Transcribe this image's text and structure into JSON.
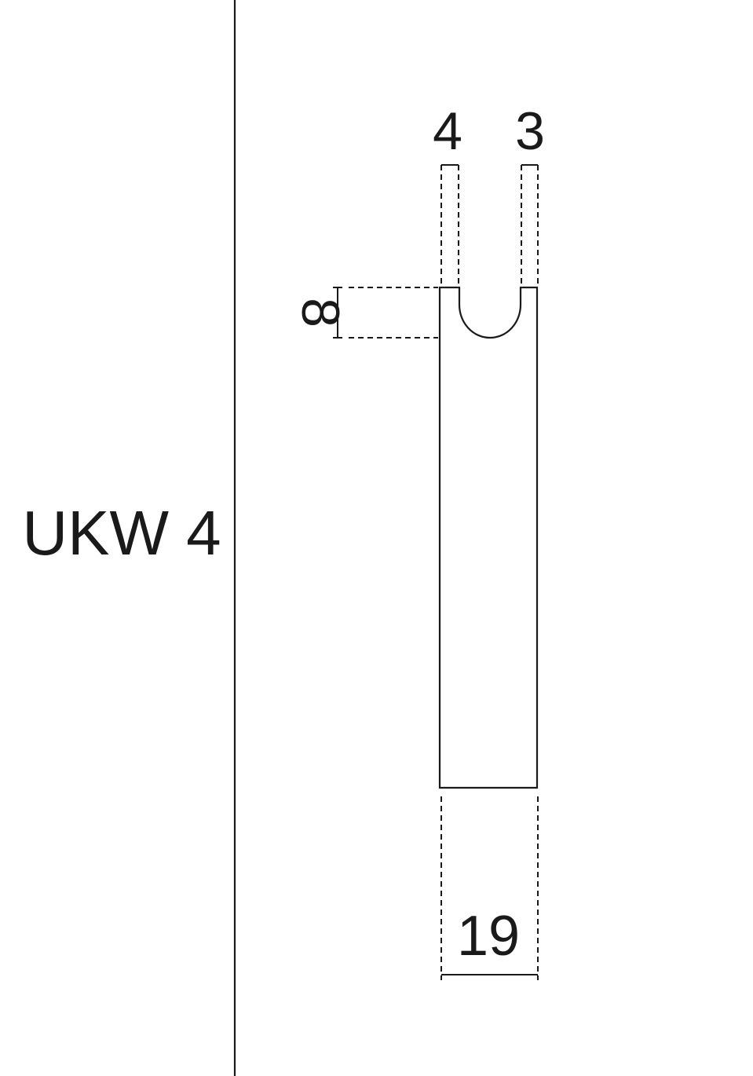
{
  "part": {
    "name": "UKW 4"
  },
  "dimensions": {
    "left_wall": "4",
    "right_wall": "3",
    "slot_depth": "8",
    "width": "19"
  },
  "colors": {
    "line": "#1a1a1a",
    "background": "#ffffff"
  }
}
